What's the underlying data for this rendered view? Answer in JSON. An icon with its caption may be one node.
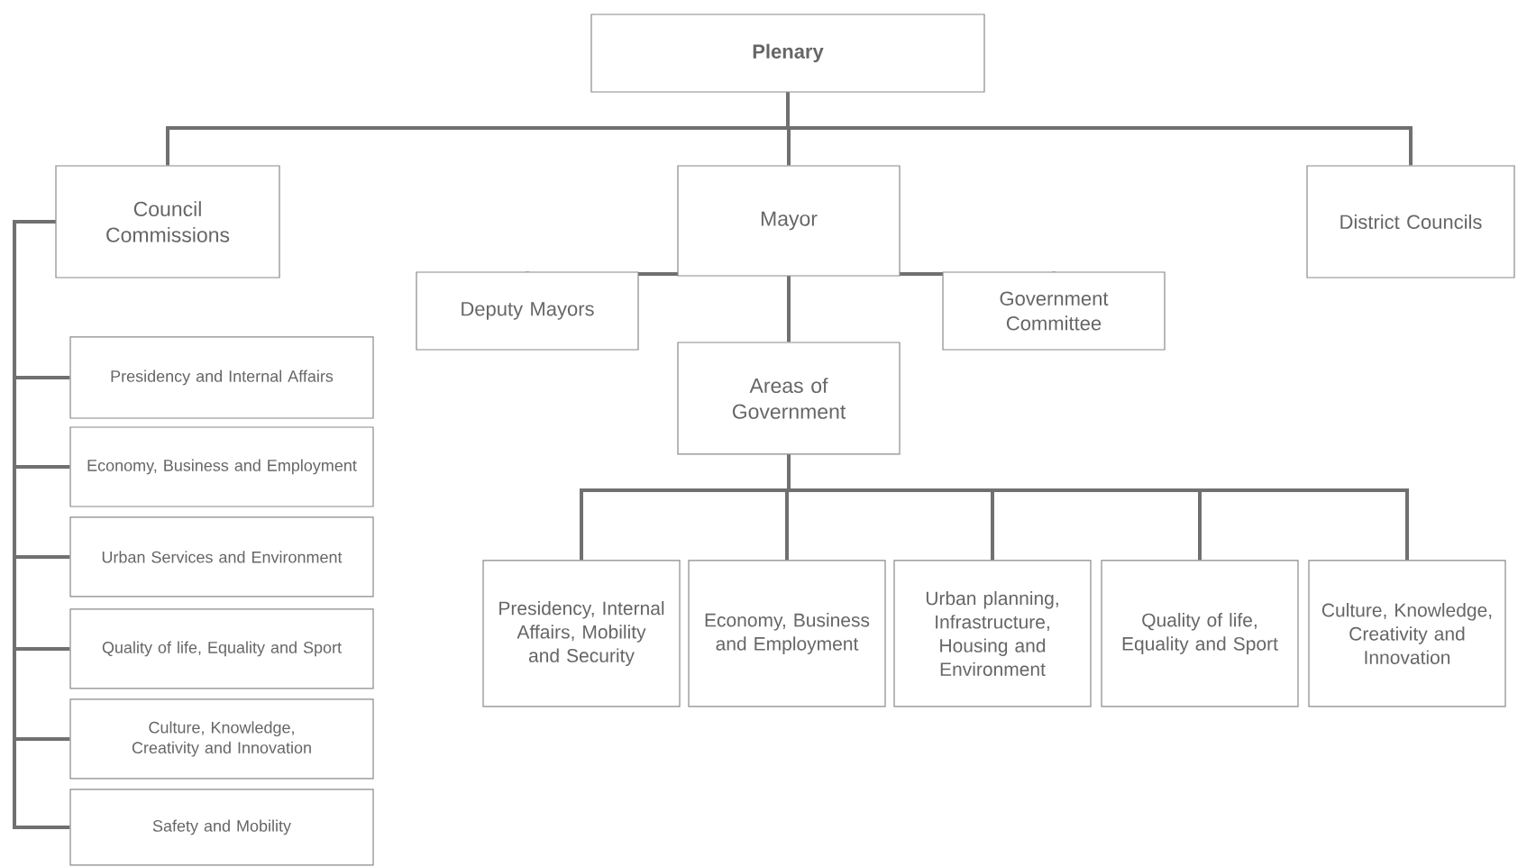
{
  "diagram": {
    "nodes": [
      {
        "text": [
          "**Plenary**"
        ]
      },
      {
        "text": [
          "Council Commissions"
        ]
      },
      {
        "text": [
          "Mayor"
        ]
      },
      {
        "text": [
          "District Councils"
        ]
      },
      {
        "text": [
          "Deputy Mayors"
        ]
      },
      {
        "text": [
          "Government Committee"
        ]
      },
      {
        "text": [
          "Areas of Government"
        ]
      },
      {
        "text": [
          "Presidency, Internal Affairs, Mobility and Security"
        ]
      },
      {
        "text": [
          "Economy, Business and Employment"
        ]
      },
      {
        "text": [
          "Urban planning, Infrastructure, Housing and Environment"
        ]
      },
      {
        "text": [
          "Quality of life, Equality and Sport"
        ]
      },
      {
        "text": [
          "Culture, Knowledge, Creativity and Innovation"
        ]
      },
      {
        "text": [
          "Presidency and Internal Affairs"
        ]
      },
      {
        "text": [
          "Economy, Business and Employment"
        ]
      },
      {
        "text": [
          "Urban Services and Environment"
        ]
      },
      {
        "text": [
          "Quality of life, Equality and Sport"
        ]
      },
      {
        "text": [
          "Culture, Knowledge, Creativity and Innovation"
        ]
      },
      {
        "text": [
          "Safety and Mobility"
        ]
      }
    ],
    "edges": [
      {
        "from": 0,
        "to": 1,
        "arrow": "none"
      },
      {
        "from": 0,
        "to": 2,
        "arrow": "none"
      },
      {
        "from": 0,
        "to": 3,
        "arrow": "none"
      },
      {
        "from": 2,
        "to": 4,
        "arrow": "none"
      },
      {
        "from": 2,
        "to": 5,
        "arrow": "none"
      },
      {
        "from": 2,
        "to": 6,
        "arrow": "none"
      },
      {
        "from": 6,
        "to": 7,
        "arrow": "none"
      },
      {
        "from": 6,
        "to": 8,
        "arrow": "none"
      },
      {
        "from": 6,
        "to": 9,
        "arrow": "none"
      },
      {
        "from": 6,
        "to": 10,
        "arrow": "none"
      },
      {
        "from": 6,
        "to": 11,
        "arrow": "none"
      },
      {
        "from": 1,
        "to": 12,
        "arrow": "none"
      },
      {
        "from": 1,
        "to": 13,
        "arrow": "none"
      },
      {
        "from": 1,
        "to": 14,
        "arrow": "none"
      },
      {
        "from": 1,
        "to": 15,
        "arrow": "none"
      },
      {
        "from": 1,
        "to": 16,
        "arrow": "none"
      },
      {
        "from": 1,
        "to": 17,
        "arrow": "none"
      }
    ]
  }
}
